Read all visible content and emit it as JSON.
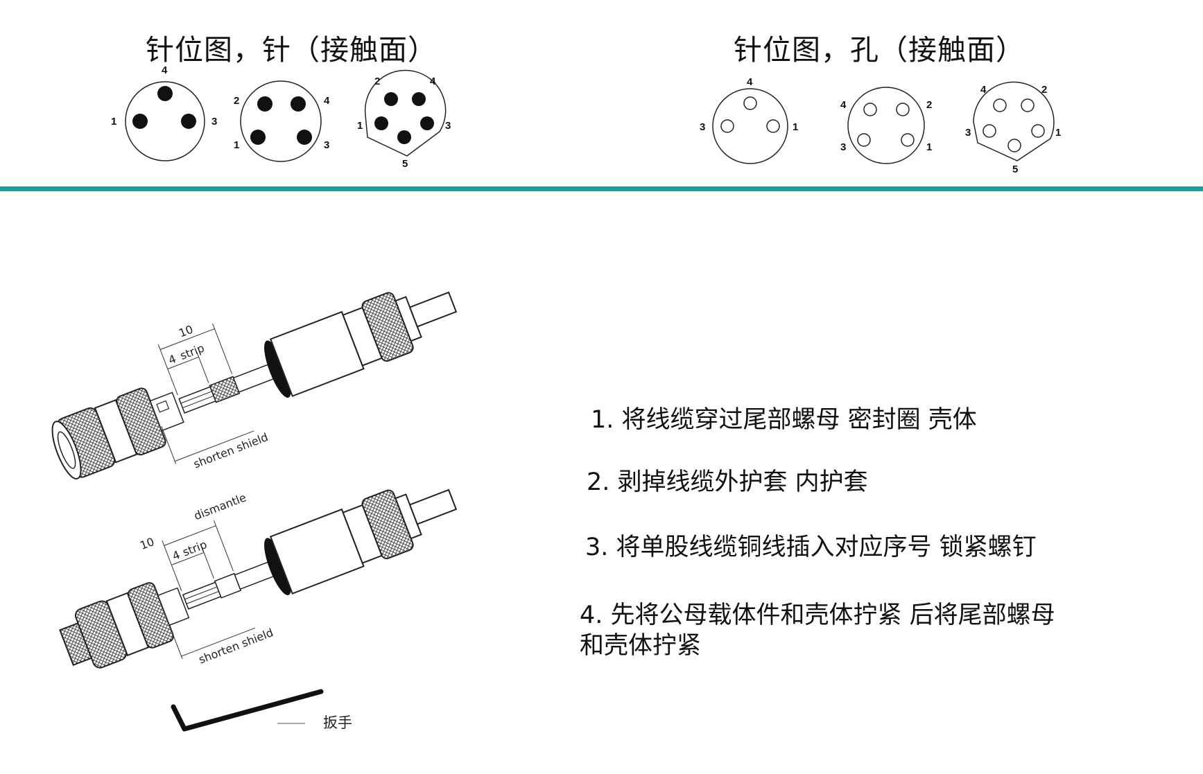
{
  "pinout": {
    "male_title": "针位图，针（接触面）",
    "female_title": "针位图，孔（接触面）",
    "male": [
      {
        "id": "male-3pin",
        "labels": [
          "1",
          "3",
          "4"
        ]
      },
      {
        "id": "male-4pin",
        "labels": [
          "1",
          "2",
          "3",
          "4"
        ]
      },
      {
        "id": "male-5pin",
        "labels": [
          "1",
          "2",
          "3",
          "4",
          "5"
        ]
      }
    ],
    "female": [
      {
        "id": "female-3pin",
        "labels": [
          "1",
          "3",
          "4"
        ]
      },
      {
        "id": "female-4pin",
        "labels": [
          "1",
          "2",
          "3",
          "4"
        ]
      },
      {
        "id": "female-5pin",
        "labels": [
          "1",
          "2",
          "3",
          "4",
          "5"
        ]
      }
    ]
  },
  "accent_color": "#1f9c9e",
  "assembly": {
    "top": {
      "length": "10",
      "strip_len": "4",
      "strip": "strip",
      "shield": "shorten shield"
    },
    "bottom": {
      "length": "10",
      "strip_len": "4",
      "strip": "strip",
      "dismantle": "dismantle",
      "shield": "shorten shield"
    },
    "wrench_label": "扳手"
  },
  "steps": [
    "1. 将线缆穿过尾部螺母  密封圈  壳体",
    "2.  剥掉线缆外护套  内护套",
    "3. 将单股线缆铜线插入对应序号  锁紧螺钉",
    "4. 先将公母载体件和壳体拧紧 后将尾部螺母",
    "和壳体拧紧"
  ]
}
